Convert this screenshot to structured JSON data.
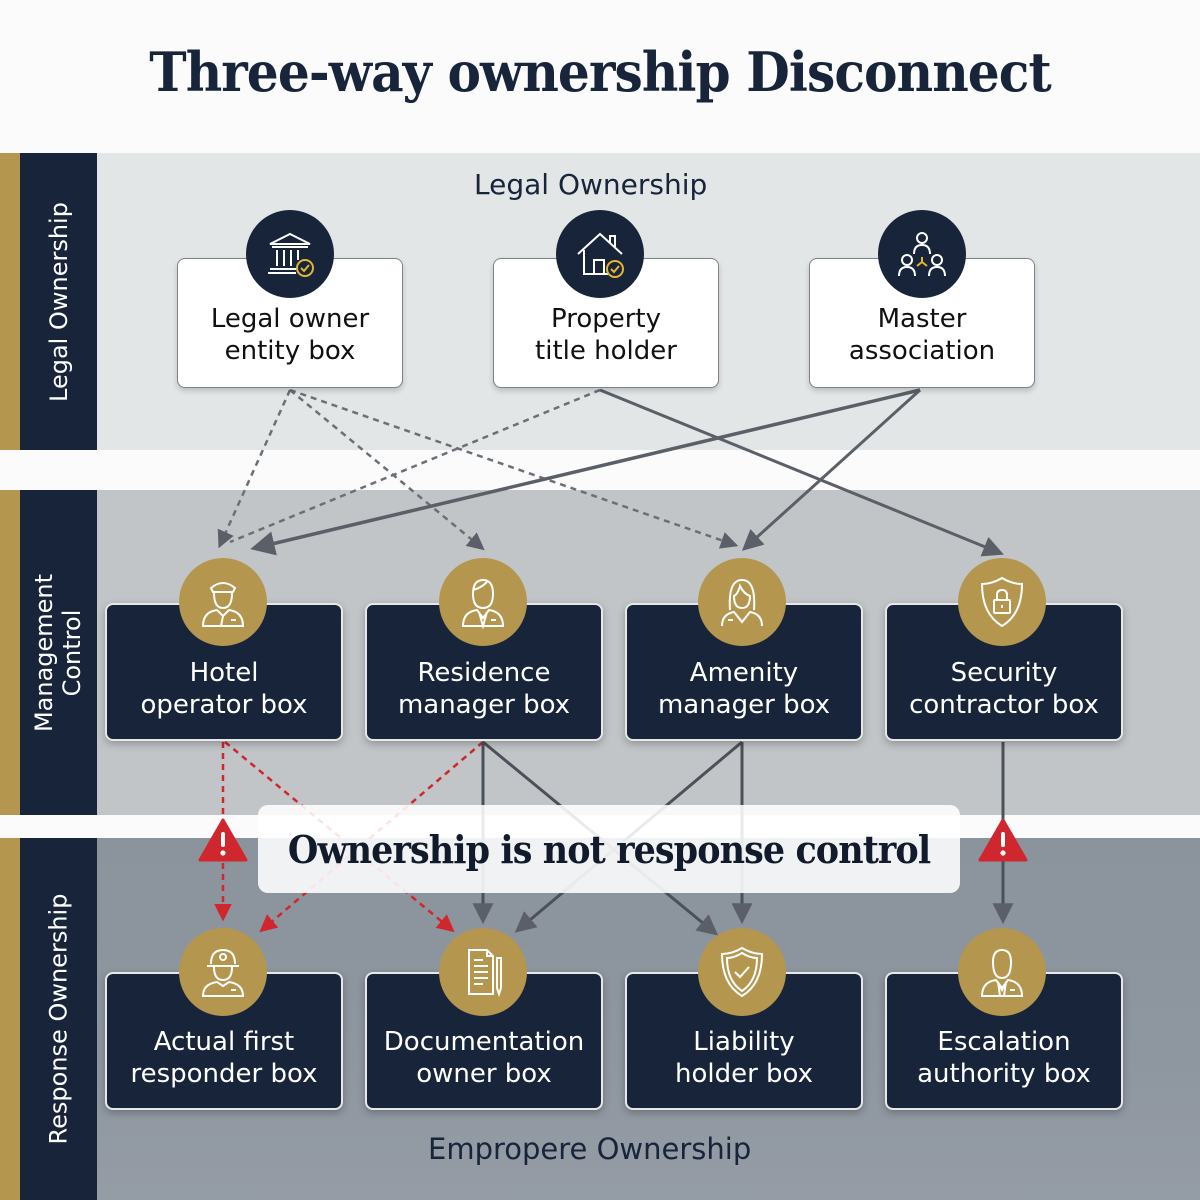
{
  "title": "Three-way ownership Disconnect",
  "colors": {
    "navy": "#17243a",
    "gold": "#b4964f",
    "alert_red": "#d0262d",
    "arrow_grey": "#5b6068"
  },
  "tiers": [
    {
      "side_label": "Legal Ownership",
      "heading": "Legal Ownership",
      "nodes": [
        {
          "label_line1": "Legal owner",
          "label_line2": "entity box",
          "icon": "bank-check-icon"
        },
        {
          "label_line1": "Property",
          "label_line2": "title holder",
          "icon": "house-check-icon"
        },
        {
          "label_line1": "Master",
          "label_line2": "association",
          "icon": "group-hierarchy-icon"
        }
      ]
    },
    {
      "side_label_line1": "Management",
      "side_label_line2": "Control",
      "nodes": [
        {
          "label_line1": "Hotel",
          "label_line2": "operator box",
          "icon": "hotel-staff-icon"
        },
        {
          "label_line1": "Residence",
          "label_line2": "manager box",
          "icon": "manager-icon"
        },
        {
          "label_line1": "Amenity",
          "label_line2": "manager box",
          "icon": "woman-manager-icon"
        },
        {
          "label_line1": "Security",
          "label_line2": "contractor box",
          "icon": "shield-lock-icon"
        }
      ]
    },
    {
      "side_label": "Response Ownership",
      "heading": "Empropere Ownership",
      "nodes": [
        {
          "label_line1": "Actual first",
          "label_line2": "responder box",
          "icon": "firefighter-icon"
        },
        {
          "label_line1": "Documentation",
          "label_line2": "owner box",
          "icon": "document-pen-icon"
        },
        {
          "label_line1": "Liability",
          "label_line2": "holder box",
          "icon": "shield-check-icon"
        },
        {
          "label_line1": "Escalation",
          "label_line2": "authority box",
          "icon": "executive-icon"
        }
      ]
    }
  ],
  "callout": "Ownership is not response control",
  "connections": [
    {
      "from": "Legal owner entity box",
      "to": "Hotel operator box",
      "style": "dashed"
    },
    {
      "from": "Legal owner entity box",
      "to": "Residence manager box",
      "style": "dashed"
    },
    {
      "from": "Legal owner entity box",
      "to": "Amenity manager box",
      "style": "dashed"
    },
    {
      "from": "Property title holder",
      "to": "Hotel operator box",
      "style": "dashed"
    },
    {
      "from": "Property title holder",
      "to": "Security contractor box",
      "style": "solid"
    },
    {
      "from": "Master association",
      "to": "Hotel operator box",
      "style": "solid"
    },
    {
      "from": "Master association",
      "to": "Amenity manager box",
      "style": "solid"
    },
    {
      "from": "Hotel operator box",
      "to": "Actual first responder box",
      "style": "alert-dashed"
    },
    {
      "from": "Hotel operator box",
      "to": "Documentation owner box",
      "style": "alert-dashed"
    },
    {
      "from": "Residence manager box",
      "to": "Actual first responder box",
      "style": "alert-dashed"
    },
    {
      "from": "Residence manager box",
      "to": "Documentation owner box",
      "style": "solid"
    },
    {
      "from": "Residence manager box",
      "to": "Liability holder box",
      "style": "solid"
    },
    {
      "from": "Amenity manager box",
      "to": "Documentation owner box",
      "style": "solid"
    },
    {
      "from": "Amenity manager box",
      "to": "Liability holder box",
      "style": "solid"
    },
    {
      "from": "Security contractor box",
      "to": "Escalation authority box",
      "style": "solid"
    }
  ]
}
